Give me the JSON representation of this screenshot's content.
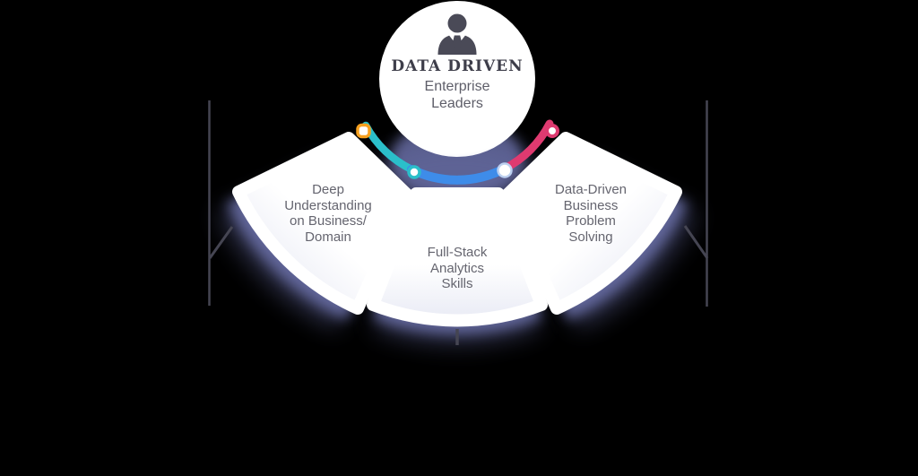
{
  "colors": {
    "background": "#000000",
    "teal": "#2bbfca",
    "blue": "#3e8ce9",
    "pink": "#df3a70",
    "orange": "#f6a01f",
    "icon": "#4a4a57",
    "shadow": "#6b70a8",
    "line": "#454552",
    "title_text": "#3e3e4a",
    "subtitle_text": "#5e5e69",
    "label_text": "#65656f"
  },
  "center": {
    "title": "DATA DRIVEN",
    "subtitle": "Enterprise\nLeaders",
    "icon": "person-icon"
  },
  "wedges": [
    {
      "position": "left",
      "label": "Deep\nUnderstanding\non Business/\nDomain"
    },
    {
      "position": "center",
      "label": "Full-Stack\nAnalytics\nSkills"
    },
    {
      "position": "right",
      "label": "Data-Driven\nBusiness\nProblem\nSolving"
    }
  ]
}
